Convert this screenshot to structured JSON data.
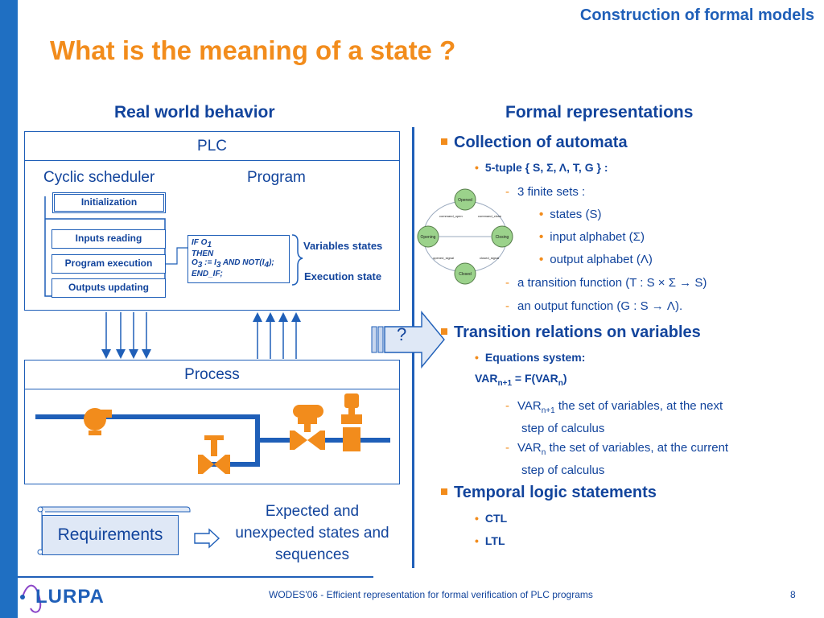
{
  "header": {
    "section_title": "Construction of formal models",
    "slide_title": "What is the meaning of a state ?"
  },
  "left_column": {
    "title": "Real world behavior",
    "plc": {
      "label": "PLC",
      "cyclic_scheduler": "Cyclic scheduler",
      "program": "Program",
      "blocks": {
        "init": "Initialization",
        "inputs": "Inputs reading",
        "exec": "Program execution",
        "outputs": "Outputs updating"
      },
      "code": {
        "line1": "IF O",
        "line1_sub": "1",
        "line2": "THEN",
        "line3": "O",
        "line3_sub": "3",
        "line3_rest": " := I",
        "line3_sub2": "3",
        "line3_end": " AND NOT(I",
        "line3_sub3": "4",
        "line3_end2": ");",
        "line4": "END_IF;"
      },
      "variables_states": "Variables states",
      "execution_state": "Execution state"
    },
    "process": {
      "label": "Process"
    },
    "requirements": {
      "label": "Requirements",
      "expected": "Expected and unexpected states and sequences"
    }
  },
  "arrow_label": "?",
  "right_column": {
    "title": "Formal representations",
    "items": {
      "automata": "Collection of automata",
      "tuple": "5-tuple { S, Σ, Λ, T, G } :",
      "finite_sets": "3 finite sets :",
      "states": "states (S)",
      "input_alphabet": "input alphabet (Σ)",
      "output_alphabet": "output alphabet (Λ)",
      "transition_function": "a transition function (T : S × Σ → S)",
      "output_function": "an output function (G : S → Λ).",
      "transition_relations": "Transition relations on variables",
      "equations": "Equations system:",
      "var_eq": "VARn+1 = F(VARn)",
      "var_next_a": "VAR",
      "var_next_sub": "n+1",
      "var_next_b": " the set of variables, at the next",
      "var_next_c": "step of calculus",
      "var_cur_a": "VAR",
      "var_cur_sub": "n",
      "var_cur_b": " the set of variables, at the current",
      "var_cur_c": "step of calculus",
      "temporal": "Temporal logic statements",
      "ctl": "CTL",
      "ltl": "LTL"
    }
  },
  "automaton": {
    "states": [
      "Opened",
      "Opening",
      "Closing",
      "Closed"
    ],
    "edges": [
      "command_open",
      "command_close",
      "opened_signal",
      "closed_signal"
    ]
  },
  "footer": {
    "text": "WODES'06   -   Efficient representation for formal verification of PLC programs",
    "page": "8",
    "logo": "LURPA"
  },
  "colors": {
    "accent_orange": "#f28c1c",
    "blue": "#1f5fb8",
    "dark_blue": "#12449c",
    "process_blue": "#1f5fb8",
    "valve_orange": "#f28c1c"
  }
}
